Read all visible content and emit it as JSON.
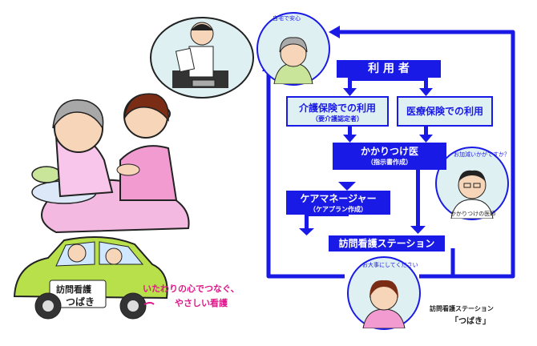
{
  "flow": {
    "user": "利 用 者",
    "kaigo": {
      "label": "介護保険での利用",
      "sub": "（要介護認定者）"
    },
    "iryo": {
      "label": "医療保険での利用"
    },
    "doctor": {
      "label": "かかりつけ医",
      "sub": "（指示書作成）"
    },
    "caremanager": {
      "label": "ケアマネージャー",
      "sub": "（ケアプラン作成）"
    },
    "station": {
      "label": "訪問看護ステーション"
    }
  },
  "circles": {
    "elder_caption": "自宅で安心",
    "doctor_caption": "お加減いかがですか？",
    "doctor_name": "かかりつけの医師",
    "nurse_caption": "お大事にしてください",
    "station_name": "訪問看護ステーション",
    "station_brand": "「つばき」"
  },
  "car": {
    "line1": "訪問看護",
    "line2": "つばき"
  },
  "slogan": {
    "line1": "いたわりの心でつなぐ、",
    "line2": "やさしい看護"
  },
  "colors": {
    "blue": "#1a1ae6",
    "light": "#dff0f2",
    "pink": "#e0198a",
    "car": "#b8e04a"
  }
}
